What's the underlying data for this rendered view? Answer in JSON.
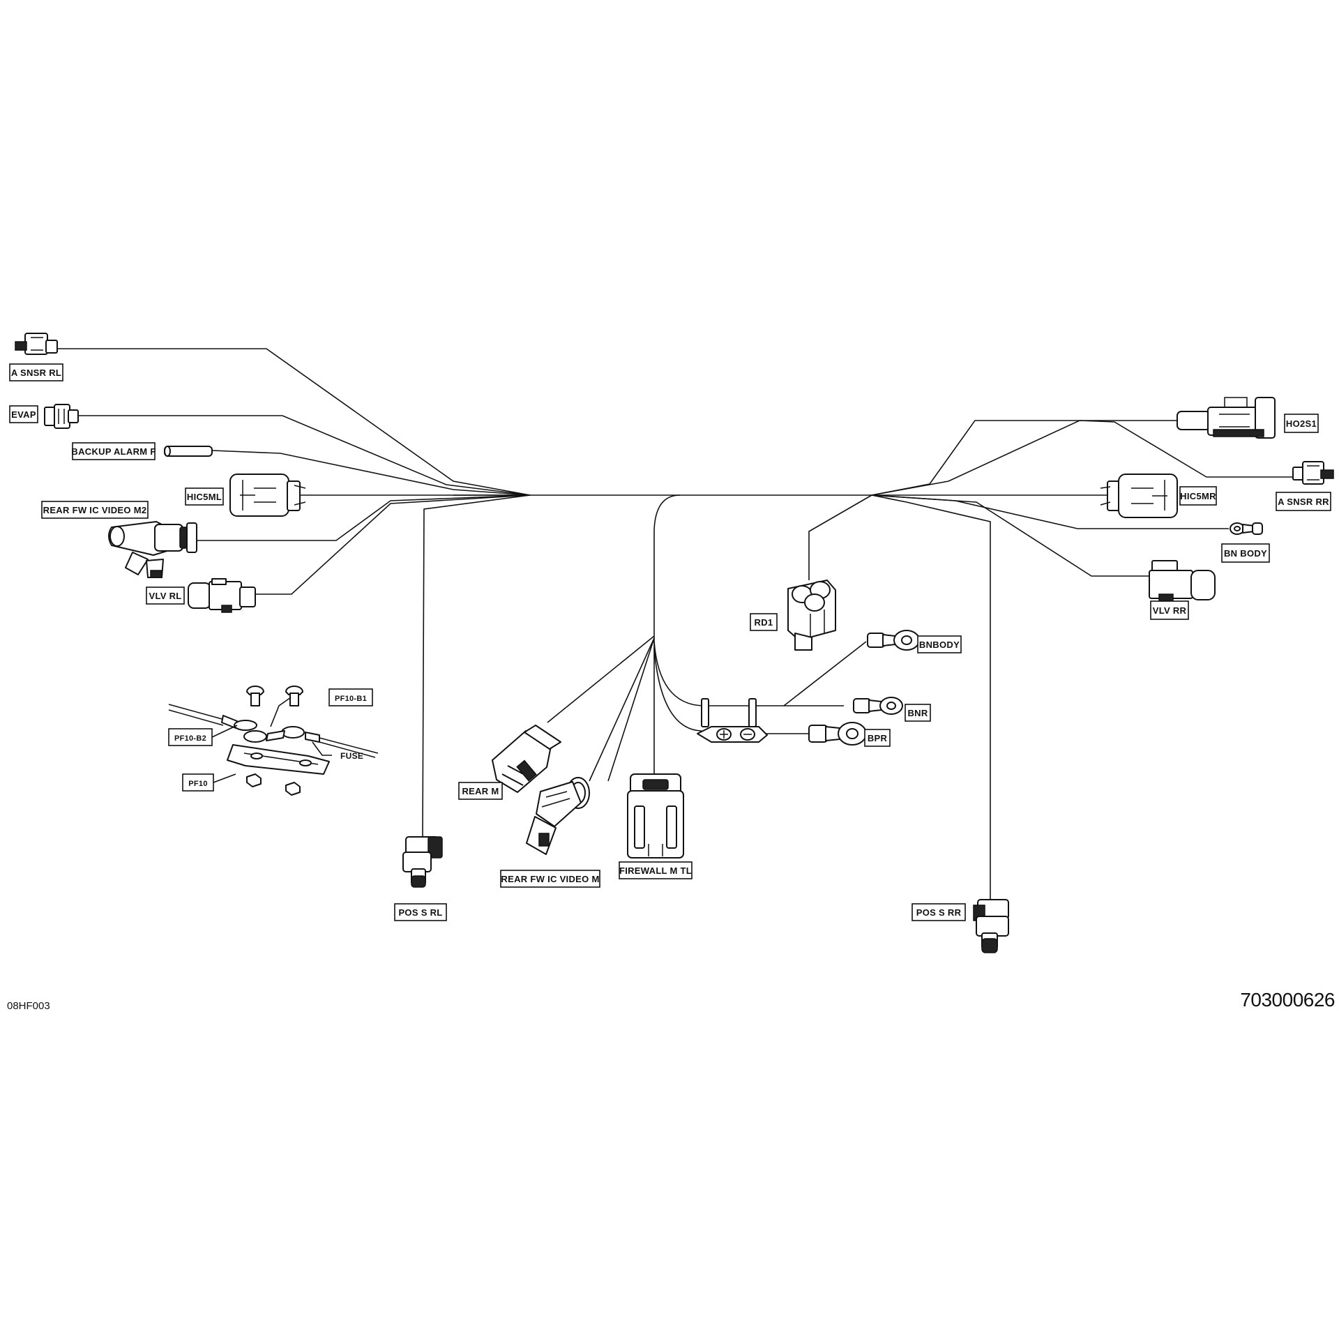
{
  "diagram": {
    "figure_code": "08HF003",
    "part_number": "703000626",
    "labels": {
      "a_snsr_rl": "A SNSR RL",
      "evap": "EVAP",
      "backup_alarm_f": "BACKUP ALARM F",
      "hic5ml": "HIC5ML",
      "rear_fw_ic_video_m2": "REAR FW IC VIDEO M2",
      "vlv_rl": "VLV RL",
      "pf10_b1": "PF10-B1",
      "pf10_b2": "PF10-B2",
      "fuse": "FUSE",
      "pf10": "PF10",
      "pos_s_rl": "POS S RL",
      "rear_m": "REAR M",
      "rear_fw_ic_video_m": "REAR FW IC VIDEO M",
      "firewall_m_tl": "FIREWALL M TL",
      "rd1": "RD1",
      "bnbody": "BNBODY",
      "bnr": "BNR",
      "bpr": "BPR",
      "pos_s_rr": "POS S RR",
      "ho2s1": "HO2S1",
      "a_snsr_rr": "A SNSR RR",
      "hic5mr": "HIC5MR",
      "bn_body": "BN BODY",
      "vlv_rr": "VLV RR"
    }
  }
}
